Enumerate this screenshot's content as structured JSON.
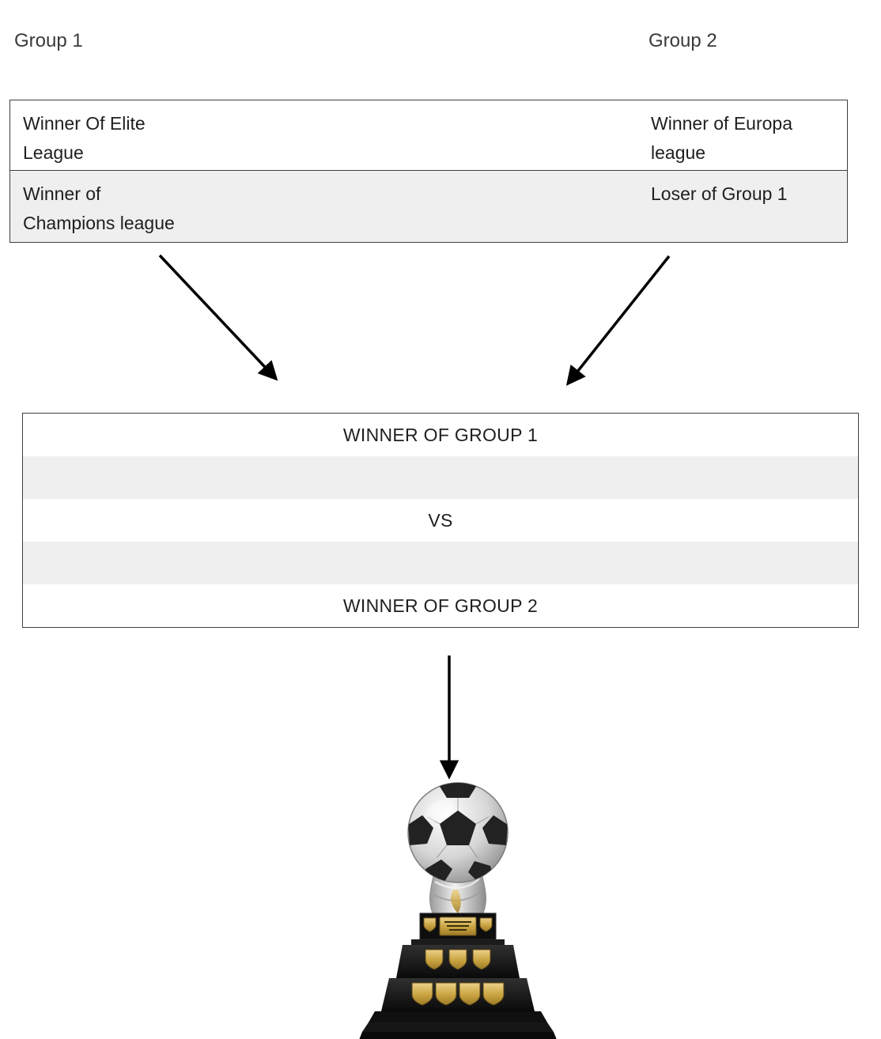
{
  "labels": {
    "group1": "Group 1",
    "group2": "Group 2"
  },
  "groups_table": {
    "rows": [
      {
        "left": "Winner Of Elite League",
        "right": "Winner of Europa league"
      },
      {
        "left": "Winner of Champions league",
        "right": "Loser of Group 1"
      }
    ]
  },
  "final": {
    "row1": "WINNER OF GROUP 1",
    "row2": "",
    "row3": "VS",
    "row4": "",
    "row5": "WINNER OF GROUP 2"
  },
  "trophy": {
    "icon": "soccer-ball-trophy"
  },
  "colors": {
    "row_alt": "#efefef",
    "border": "#3f3f3f",
    "arrow": "#000000",
    "gold": "#c9a341",
    "silver": "#c9c9c9"
  }
}
